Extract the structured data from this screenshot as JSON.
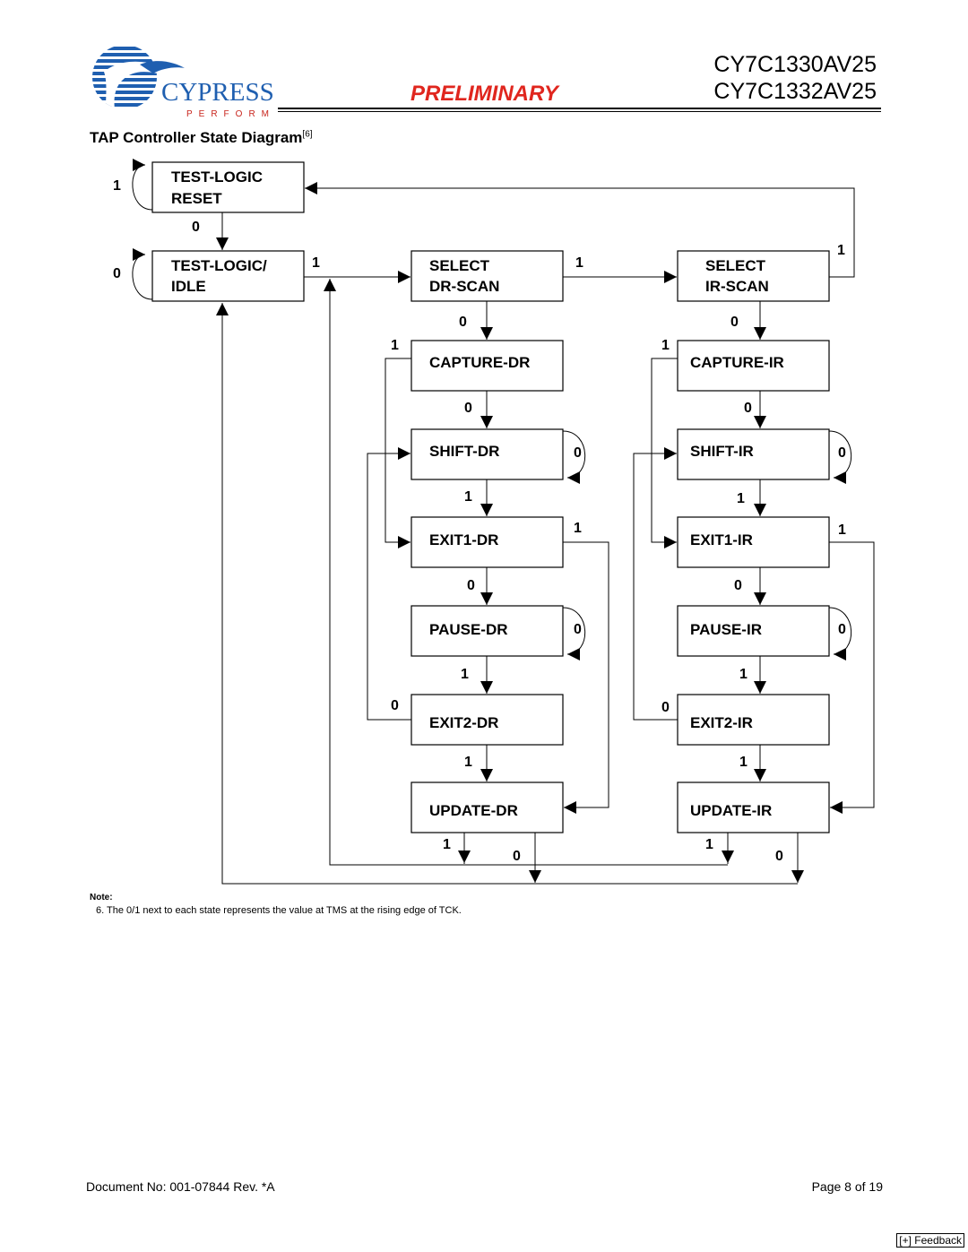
{
  "header": {
    "brand_text": "CYPRESS",
    "brand_tagline": "PERFORM",
    "status_label": "PRELIMINARY",
    "part_numbers": [
      "CY7C1330AV25",
      "CY7C1332AV25"
    ]
  },
  "figure": {
    "title": "TAP Controller State Diagram",
    "note_ref": "[6]",
    "states": {
      "test_logic_reset": [
        "TEST-LOGIC",
        "RESET"
      ],
      "test_logic_idle": [
        "TEST-LOGIC/",
        "IDLE"
      ],
      "select_dr_scan": [
        "SELECT",
        "DR-SCAN"
      ],
      "select_ir_scan": [
        "SELECT",
        "IR-SCAN"
      ],
      "capture_dr": "CAPTURE-DR",
      "capture_ir": "CAPTURE-IR",
      "shift_dr": "SHIFT-DR",
      "shift_ir": "SHIFT-IR",
      "exit1_dr": "EXIT1-DR",
      "exit1_ir": "EXIT1-IR",
      "pause_dr": "PAUSE-DR",
      "pause_ir": "PAUSE-IR",
      "exit2_dr": "EXIT2-DR",
      "exit2_ir": "EXIT2-IR",
      "update_dr": "UPDATE-DR",
      "update_ir": "UPDATE-IR"
    },
    "transition_labels": {
      "zero": "0",
      "one": "1"
    }
  },
  "notes": {
    "label": "Note:",
    "items": [
      "6. The 0/1 next to each state represents the value at TMS at the rising edge of TCK."
    ]
  },
  "footer": {
    "document_number": "Document No: 001-07844 Rev. *A",
    "page": "Page 8 of 19",
    "feedback": "[+] Feedback"
  },
  "colors": {
    "logo_blue": "#1f5fb0",
    "logo_red": "#c8241c",
    "preliminary_red": "#e0261e"
  }
}
